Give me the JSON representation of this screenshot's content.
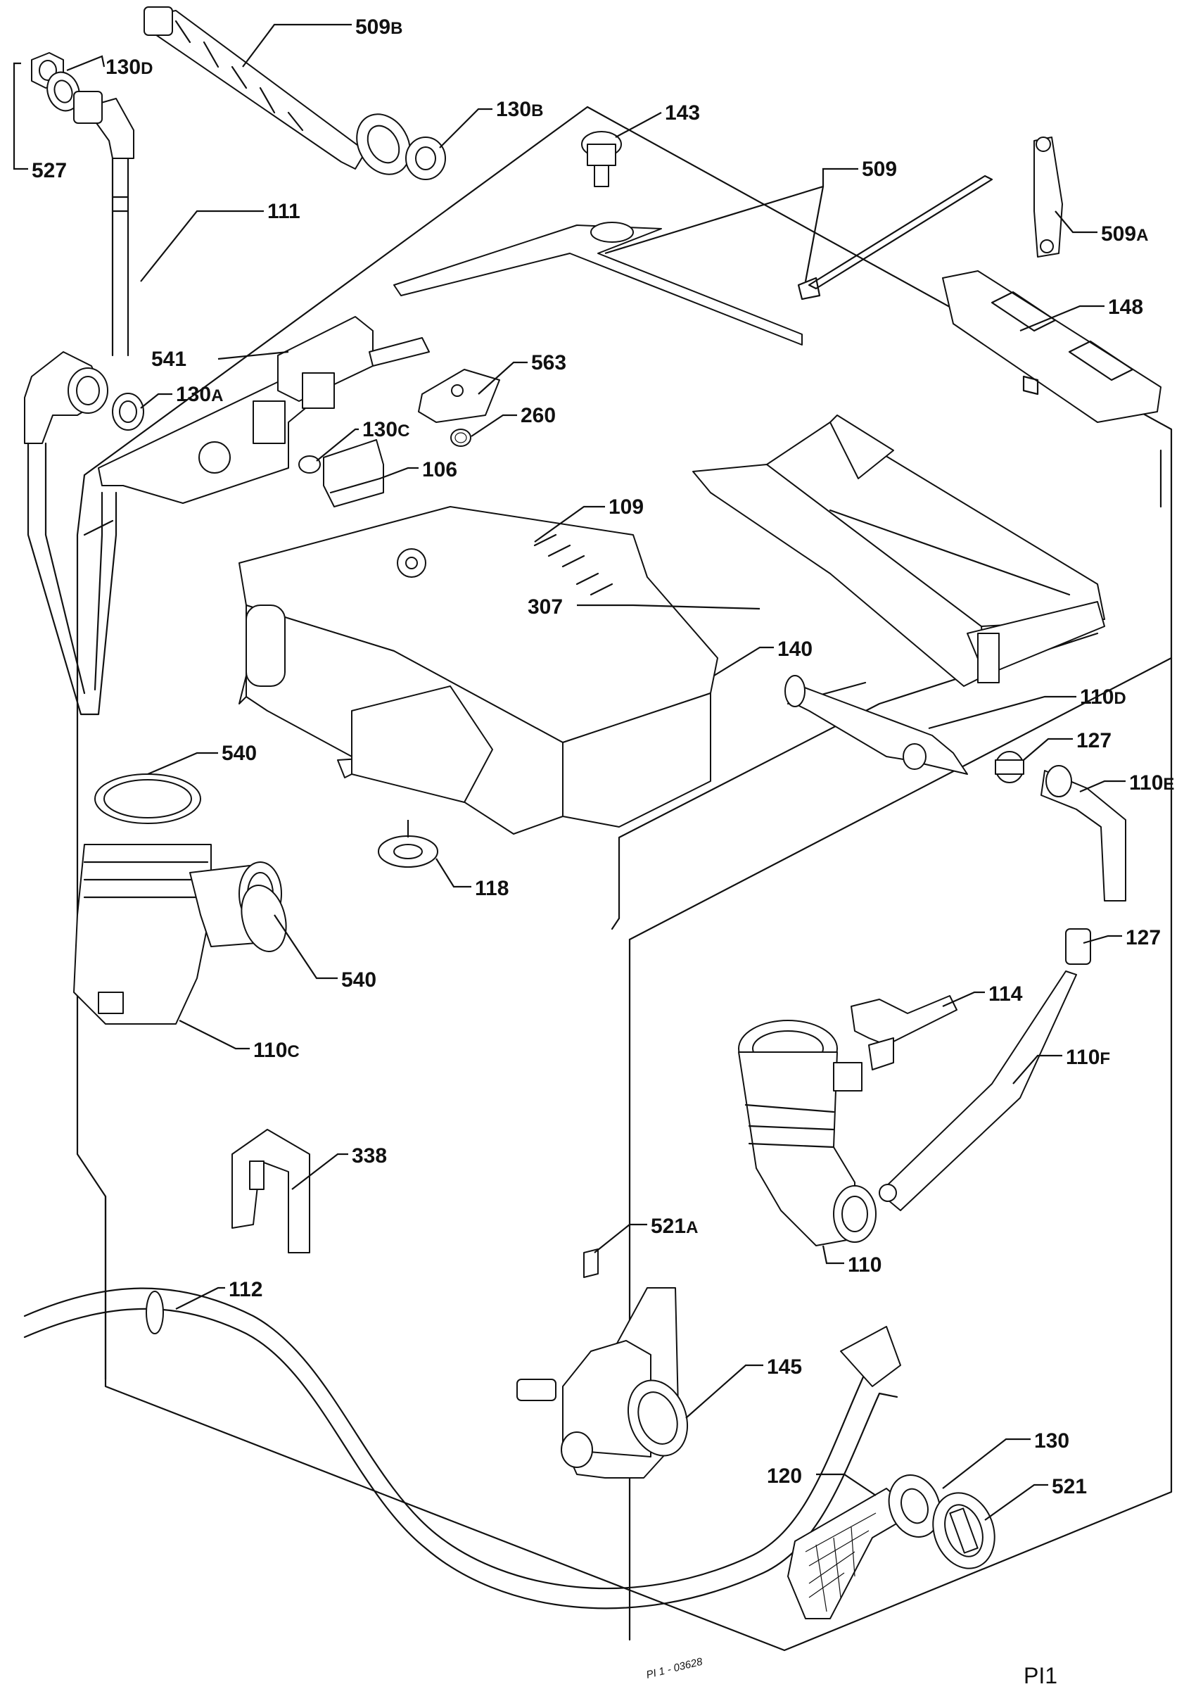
{
  "diagram": {
    "labels": [
      {
        "id": "509b",
        "num": "509",
        "suffix": "B"
      },
      {
        "id": "130d",
        "num": "130",
        "suffix": "D"
      },
      {
        "id": "527",
        "num": "527",
        "suffix": ""
      },
      {
        "id": "130b",
        "num": "130",
        "suffix": "B"
      },
      {
        "id": "143",
        "num": "143",
        "suffix": ""
      },
      {
        "id": "509",
        "num": "509",
        "suffix": ""
      },
      {
        "id": "509a",
        "num": "509",
        "suffix": "A"
      },
      {
        "id": "111",
        "num": "111",
        "suffix": ""
      },
      {
        "id": "148",
        "num": "148",
        "suffix": ""
      },
      {
        "id": "541",
        "num": "541",
        "suffix": ""
      },
      {
        "id": "563",
        "num": "563",
        "suffix": ""
      },
      {
        "id": "130a",
        "num": "130",
        "suffix": "A"
      },
      {
        "id": "260",
        "num": "260",
        "suffix": ""
      },
      {
        "id": "130c",
        "num": "130",
        "suffix": "C"
      },
      {
        "id": "106",
        "num": "106",
        "suffix": ""
      },
      {
        "id": "109",
        "num": "109",
        "suffix": ""
      },
      {
        "id": "307",
        "num": "307",
        "suffix": ""
      },
      {
        "id": "140",
        "num": "140",
        "suffix": ""
      },
      {
        "id": "110d",
        "num": "110",
        "suffix": "D"
      },
      {
        "id": "540a",
        "num": "540",
        "suffix": ""
      },
      {
        "id": "127a",
        "num": "127",
        "suffix": ""
      },
      {
        "id": "110e",
        "num": "110",
        "suffix": "E"
      },
      {
        "id": "118",
        "num": "118",
        "suffix": ""
      },
      {
        "id": "540b",
        "num": "540",
        "suffix": ""
      },
      {
        "id": "127b",
        "num": "127",
        "suffix": ""
      },
      {
        "id": "114",
        "num": "114",
        "suffix": ""
      },
      {
        "id": "110c",
        "num": "110",
        "suffix": "C"
      },
      {
        "id": "110f",
        "num": "110",
        "suffix": "F"
      },
      {
        "id": "338",
        "num": "338",
        "suffix": ""
      },
      {
        "id": "521a",
        "num": "521",
        "suffix": "A"
      },
      {
        "id": "110",
        "num": "110",
        "suffix": ""
      },
      {
        "id": "112",
        "num": "112",
        "suffix": ""
      },
      {
        "id": "145",
        "num": "145",
        "suffix": ""
      },
      {
        "id": "130",
        "num": "130",
        "suffix": ""
      },
      {
        "id": "120",
        "num": "120",
        "suffix": ""
      },
      {
        "id": "521",
        "num": "521",
        "suffix": ""
      }
    ],
    "drawing_code": "PI 1 - 03628",
    "sheet_id": "PI1"
  }
}
